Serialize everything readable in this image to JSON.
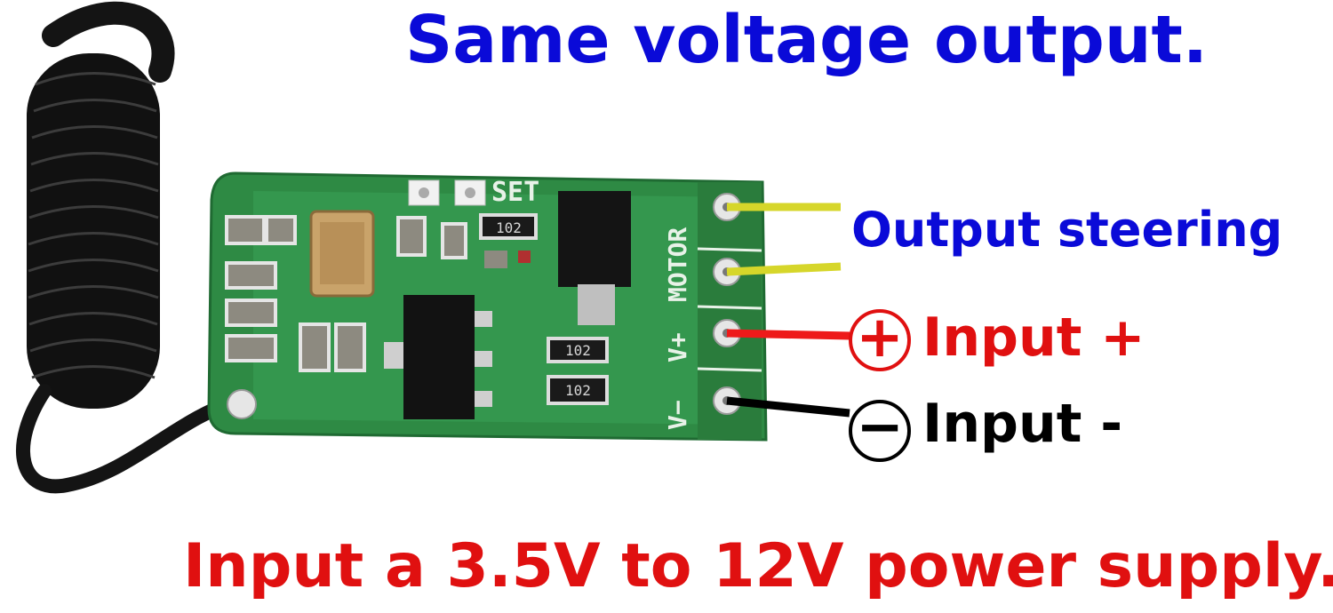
{
  "headline": {
    "text": "Same voltage output.",
    "color": "#0a0ad8"
  },
  "labels": {
    "output_steering": {
      "text": "Output steering",
      "color": "#0a0ad8"
    },
    "input_plus": {
      "text": "Input +",
      "color": "#e01010"
    },
    "input_minus": {
      "text": "Input -",
      "color": "#000000"
    }
  },
  "footer": {
    "text": "Input a 3.5V to 12V power supply.",
    "color": "#e01010"
  },
  "pcb": {
    "silkscreen": {
      "set": "SET",
      "motor": "MOTOR",
      "v_plus": "V+",
      "v_minus": "V−"
    },
    "resistor_codes": [
      "102",
      "102",
      "102"
    ],
    "colors": {
      "board": "#2e8a44",
      "trace": "#3aa257",
      "antenna": "#141414",
      "wire_yellow": "#d6d62a",
      "wire_red": "#ee1a1a",
      "wire_black": "#000000"
    }
  }
}
